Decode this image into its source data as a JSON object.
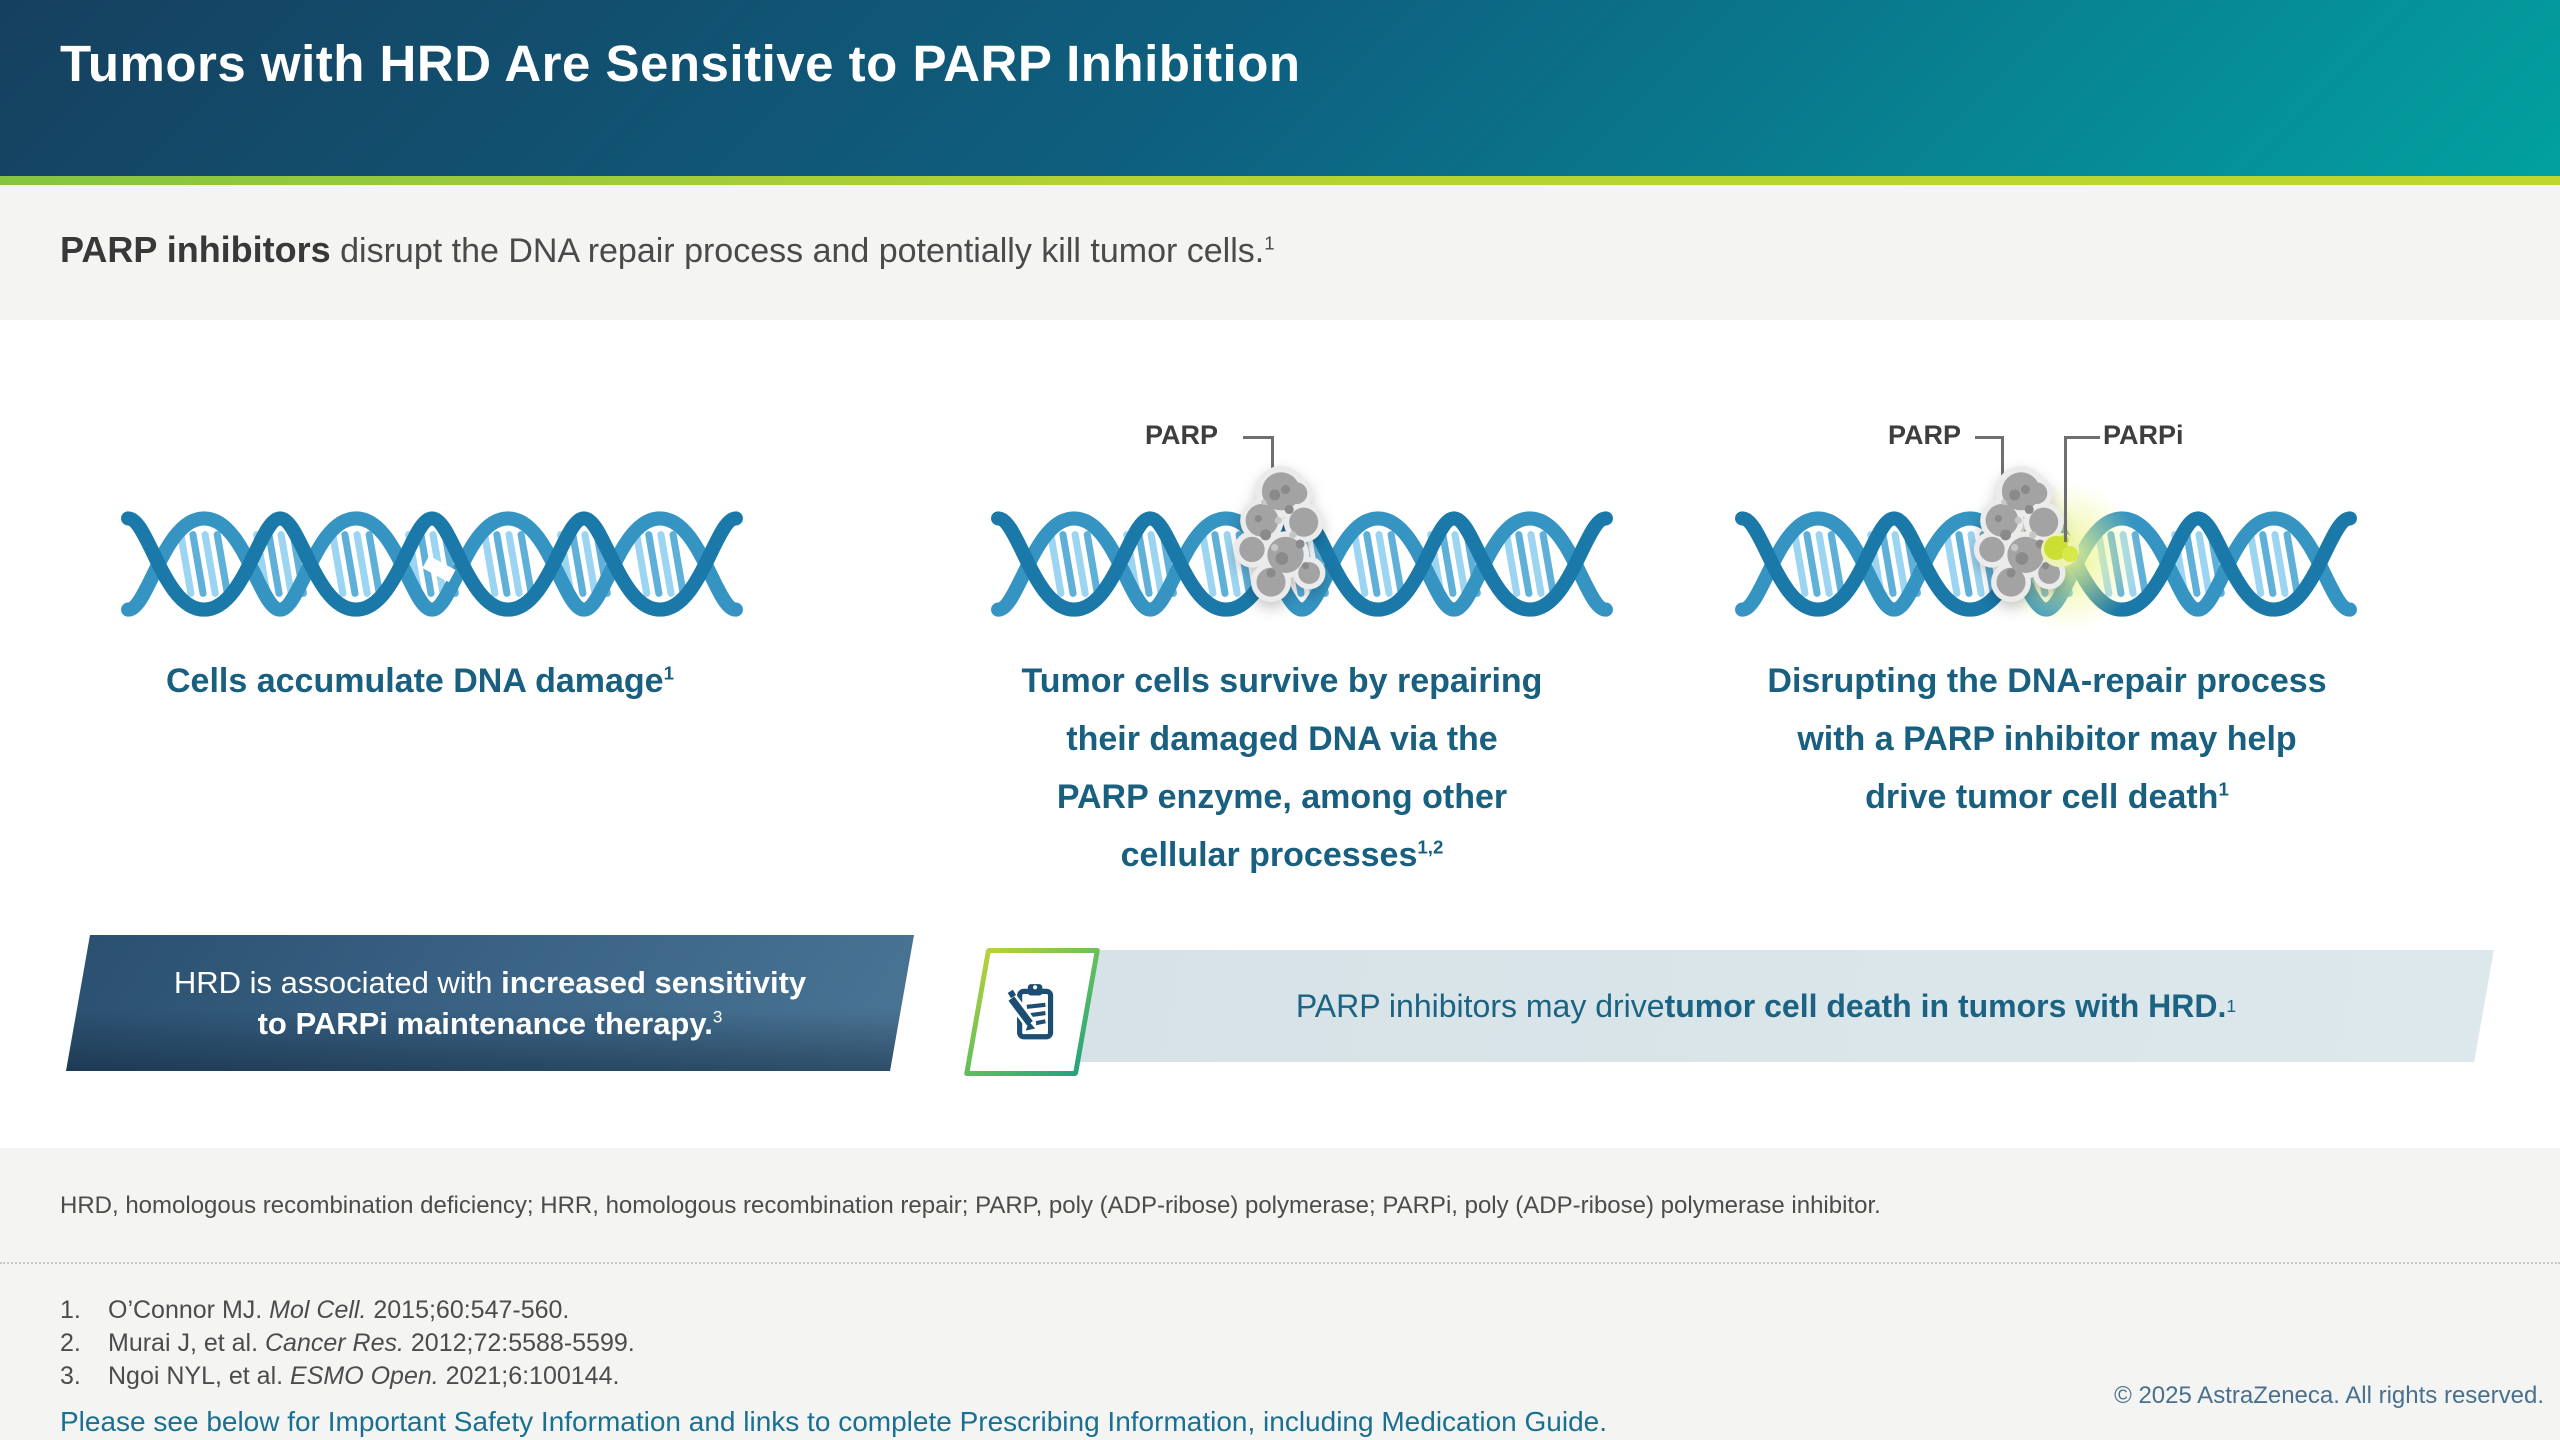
{
  "header": {
    "title": "Tumors with HRD Are Sensitive to PARP Inhibition"
  },
  "subtitle": {
    "lead": "PARP inhibitors",
    "rest": " disrupt the DNA repair process and potentially kill tumor cells.",
    "sup": "1"
  },
  "figures": {
    "parp_label": "PARP",
    "parpi_label": "PARPi",
    "captions": [
      {
        "lines": [
          "Cells accumulate DNA damage"
        ],
        "sup": "1"
      },
      {
        "lines": [
          "Tumor cells survive by repairing",
          "their damaged DNA via the",
          "PARP enzyme, among other",
          "cellular processes"
        ],
        "sup": "1,2"
      },
      {
        "lines": [
          "Disrupting the DNA-repair process",
          "with a PARP inhibitor may help",
          "drive tumor cell death"
        ],
        "sup": "1"
      }
    ]
  },
  "banners": {
    "left": {
      "regular": "HRD is associated with ",
      "bold": "increased sensitivity",
      "bold2": "to PARPi maintenance therapy.",
      "sup": "3"
    },
    "right": {
      "regular": "PARP inhibitors may drive ",
      "bold": "tumor cell death in tumors with HRD.",
      "sup": "1"
    },
    "icon": "clipboard-pencil"
  },
  "footnote": "HRD, homologous recombination deficiency; HRR, homologous recombination repair; PARP, poly (ADP-ribose) polymerase; PARPi, poly (ADP-ribose) polymerase inhibitor.",
  "references": [
    {
      "num": "1.",
      "pre": "O’Connor MJ. ",
      "journal": "Mol Cell.",
      "post": " 2015;60:547-560."
    },
    {
      "num": "2.",
      "pre": "Murai J, et al. ",
      "journal": "Cancer Res.",
      "post": " 2012;72:5588-5599."
    },
    {
      "num": "3.",
      "pre": "Ngoi NYL, et al. ",
      "journal": "ESMO Open.",
      "post": " 2021;6:100144."
    }
  ],
  "footer": {
    "safety": "Please see below for Important Safety Information and links to complete Prescribing Information, including Medication Guide.",
    "copyright": "© 2025 AstraZeneca. All rights reserved."
  },
  "colors": {
    "header_gradient_start": "#16405f",
    "header_gradient_end": "#02a1a0",
    "accent_green": "#b5d233",
    "caption_teal": "#185f80",
    "banner_navy": "#3a6385",
    "banner_light": "#d6e2e7",
    "parpi_lime": "#cbdf33",
    "helix_blue_dark": "#1b79a9",
    "helix_blue_mid": "#3594c2",
    "helix_blue_light": "#9bd5f1",
    "safety_teal": "#1a7090",
    "copyright_slate": "#49708e"
  }
}
